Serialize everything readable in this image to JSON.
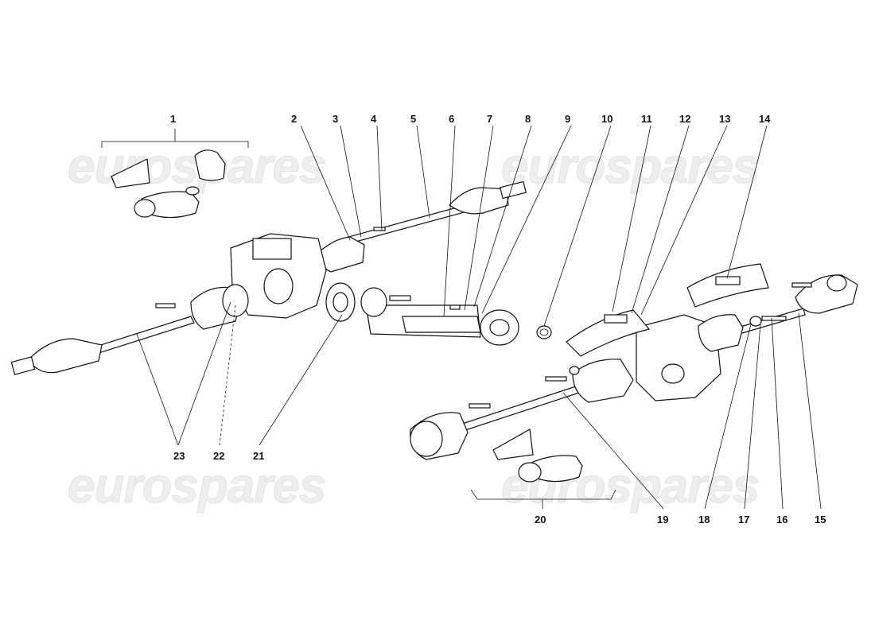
{
  "watermark": "eurospares",
  "callouts": [
    "1",
    "2",
    "3",
    "4",
    "5",
    "6",
    "7",
    "8",
    "9",
    "10",
    "11",
    "12",
    "13",
    "14",
    "15",
    "16",
    "17",
    "18",
    "19",
    "20",
    "21",
    "22",
    "23"
  ]
}
